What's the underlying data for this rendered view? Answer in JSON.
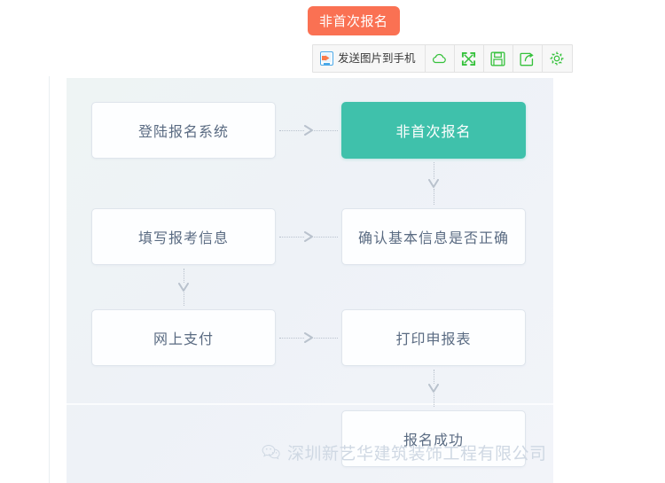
{
  "topic_tag": {
    "label": "非首次报名",
    "color": "#fa7153"
  },
  "toolbar": {
    "send_to_phone": {
      "label": "发送图片到手机",
      "icon": "phone-send-icon"
    },
    "icons": [
      {
        "name": "cloud-icon",
        "label": "云存储"
      },
      {
        "name": "fullscreen-icon",
        "label": "全屏"
      },
      {
        "name": "save-icon",
        "label": "保存"
      },
      {
        "name": "share-icon",
        "label": "分享"
      },
      {
        "name": "settings-gear-icon",
        "label": "设置"
      }
    ],
    "icon_color": "#35c13b",
    "background": "#f7f7f7"
  },
  "diagram": {
    "accent_color": "#3fc1ab",
    "node_text_color": "#5a6b82",
    "nodes": [
      {
        "id": "n-login",
        "label": "登陆报名系统",
        "style": "plain"
      },
      {
        "id": "n-nonfirst",
        "label": "非首次报名",
        "style": "accent"
      },
      {
        "id": "n-fill",
        "label": "填写报考信息",
        "style": "plain"
      },
      {
        "id": "n-confirm",
        "label": "确认基本信息是否正确",
        "style": "plain"
      },
      {
        "id": "n-pay",
        "label": "网上支付",
        "style": "plain"
      },
      {
        "id": "n-print",
        "label": "打印申报表",
        "style": "plain"
      },
      {
        "id": "n-success",
        "label": "报名成功",
        "style": "plain"
      }
    ],
    "edges": [
      {
        "from": "登陆报名系统",
        "to": "非首次报名",
        "direction": "right"
      },
      {
        "from": "非首次报名",
        "to": "确认基本信息是否正确",
        "direction": "down"
      },
      {
        "from": "填写报考信息",
        "to": "确认基本信息是否正确",
        "direction": "right"
      },
      {
        "from": "填写报考信息",
        "to": "网上支付",
        "direction": "down"
      },
      {
        "from": "网上支付",
        "to": "打印申报表",
        "direction": "right"
      },
      {
        "from": "打印申报表",
        "to": "报名成功",
        "direction": "down"
      }
    ]
  },
  "watermark": {
    "text": "深圳新艺华建筑装饰工程有限公司",
    "icon": "wechat-icon"
  }
}
